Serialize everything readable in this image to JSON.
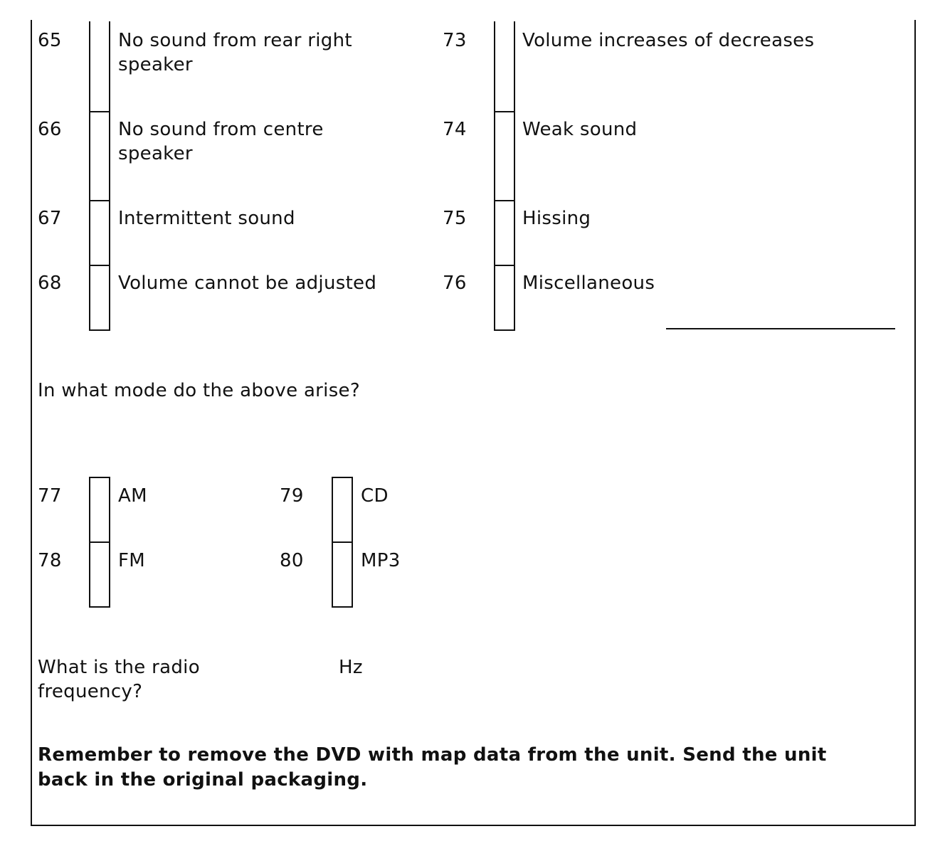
{
  "items_left": [
    {
      "num": "65",
      "line1": "No sound from rear right",
      "line2": "speaker"
    },
    {
      "num": "66",
      "line1": "No sound from centre",
      "line2": "speaker"
    },
    {
      "num": "67",
      "line1": "Intermittent sound"
    },
    {
      "num": "68",
      "line1": "Volume cannot be adjusted"
    }
  ],
  "items_right": [
    {
      "num": "73",
      "line1": "Volume increases of decreases"
    },
    {
      "num": "74",
      "line1": "Weak sound"
    },
    {
      "num": "75",
      "line1": "Hissing"
    },
    {
      "num": "76",
      "line1": "Miscellaneous"
    }
  ],
  "mode_question": "In what mode do the above arise?",
  "modes": [
    {
      "num": "77",
      "label": "AM"
    },
    {
      "num": "78",
      "label": "FM"
    },
    {
      "num": "79",
      "label": "CD"
    },
    {
      "num": "80",
      "label": "MP3"
    }
  ],
  "frequency_question_line1": "What is the radio",
  "frequency_question_line2": "frequency?",
  "frequency_unit": "Hz",
  "reminder_line1": "Remember to remove the DVD with map data from the unit. Send the unit",
  "reminder_line2": "back in the original packaging."
}
